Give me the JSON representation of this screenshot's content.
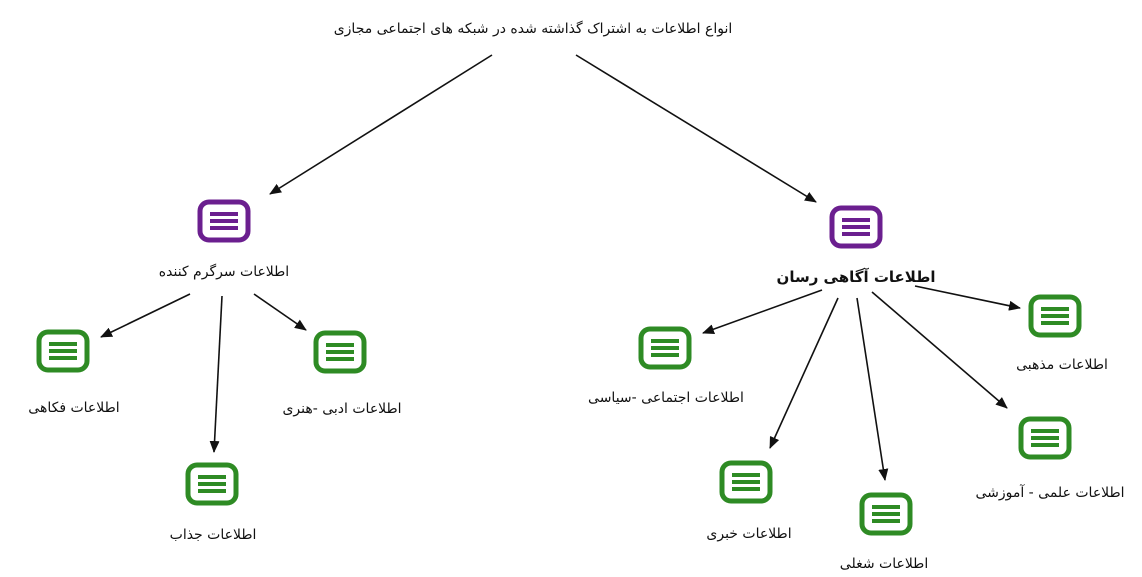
{
  "diagram": {
    "root": {
      "label": "انواع اطلاعات به اشتراک گذاشته شده در شبکه های اجتماعی مجازی"
    },
    "categories": {
      "entertaining": {
        "label": "اطلاعات سرگرم کننده",
        "color": "#6b1f8f"
      },
      "informative": {
        "label": "اطلاعات آگاهی رسان",
        "color": "#6b1f8f"
      }
    },
    "leaves": {
      "humor": {
        "label": "اطلاعات فکاهی",
        "color": "#2e8b24"
      },
      "attractive": {
        "label": "اطلاعات جذاب",
        "color": "#2e8b24"
      },
      "literary_art": {
        "label": "اطلاعات ادبی -هنری",
        "color": "#2e8b24"
      },
      "social_political": {
        "label": "اطلاعات اجتماعی -سیاسی",
        "color": "#2e8b24"
      },
      "news": {
        "label": "اطلاعات خبری",
        "color": "#2e8b24"
      },
      "job": {
        "label": "اطلاعات شغلی",
        "color": "#2e8b24"
      },
      "scientific_educational": {
        "label": "اطلاعات علمی - آموزشی",
        "color": "#2e8b24"
      },
      "religious": {
        "label": "اطلاعات مذهبی",
        "color": "#2e8b24"
      }
    }
  }
}
